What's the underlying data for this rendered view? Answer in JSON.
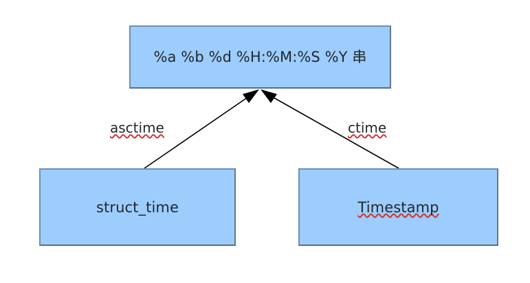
{
  "diagram": {
    "type": "flow-diagram",
    "background_color": "#ffffff",
    "node_fill_color": "#9CCDFC",
    "node_border_color": "#6E8EB4",
    "text_color": "#23282d",
    "arrow_color": "#000000",
    "spellcheck_underline_color": "#d6332e",
    "nodes": [
      {
        "id": "format-string",
        "label": "%a %b %d %H:%M:%S %Y 串",
        "misspelled": false
      },
      {
        "id": "struct-time",
        "label": "struct_time",
        "misspelled": false
      },
      {
        "id": "timestamp",
        "label": "Timestamp",
        "misspelled": true
      }
    ],
    "edges": [
      {
        "id": "asctime",
        "label": "asctime",
        "from": "struct-time",
        "to": "format-string",
        "misspelled": true,
        "arrowhead": "filled-triangle"
      },
      {
        "id": "ctime",
        "label": "ctime",
        "from": "timestamp",
        "to": "format-string",
        "misspelled": true,
        "arrowhead": "filled-triangle"
      }
    ]
  }
}
